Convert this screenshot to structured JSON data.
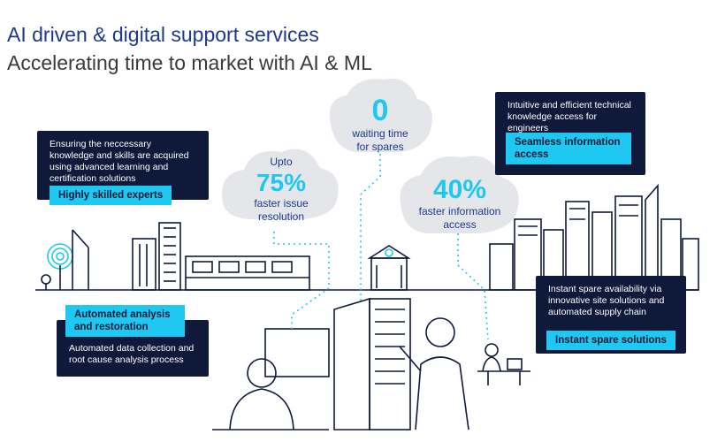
{
  "title": "AI driven & digital support services",
  "subtitle": "Accelerating time to market with AI & ML",
  "panels": {
    "skilled": {
      "desc": "Ensuring the neccessary knowledge and skills are acquired using advanced learning and certification solutions",
      "label": "Highly skilled experts"
    },
    "automated": {
      "label": "Automated analysis and restoration",
      "desc": "Automated data collection and root cause analysis process"
    },
    "seamless": {
      "desc": "Intuitive and efficient technical knowledge access for engineers",
      "label": "Seamless information access"
    },
    "spare": {
      "desc": "Instant spare availability via innovative site solutions and automated supply chain",
      "label": "Instant spare solutions"
    }
  },
  "stats": {
    "waiting": {
      "value": "0",
      "text": "waiting time for spares"
    },
    "issue": {
      "prefix": "Upto",
      "value": "75%",
      "text": "faster issue resolution"
    },
    "info": {
      "value": "40%",
      "text": "faster information access"
    }
  },
  "colors": {
    "navy": "#0f1a3a",
    "accent": "#1ec8f1",
    "title": "#1b3a8f"
  }
}
